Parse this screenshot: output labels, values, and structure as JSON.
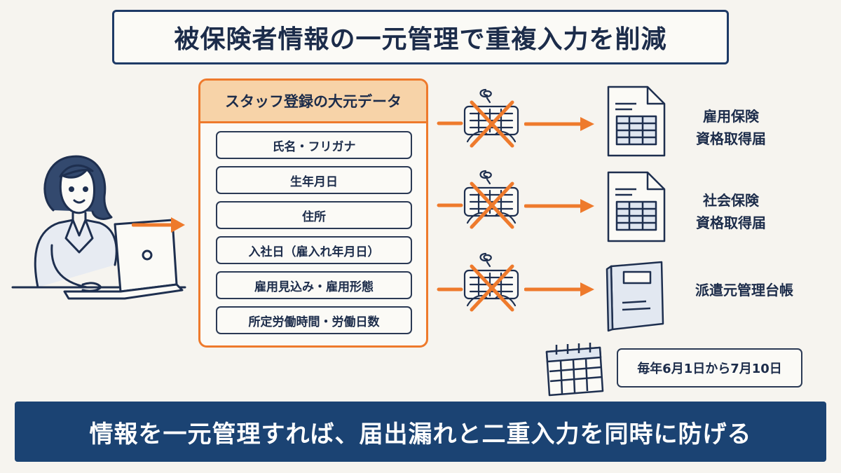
{
  "title": "被保険者情報の一元管理で重複入力を削減",
  "master": {
    "header": "スタッフ登録の大元データ",
    "fields": [
      "氏名・フリガナ",
      "生年月日",
      "住所",
      "入社日（雇入れ年月日）",
      "雇用見込み・雇用形態",
      "所定労働時間・労働日数"
    ]
  },
  "targets": [
    {
      "line1": "雇用保険",
      "line2": "資格取得届"
    },
    {
      "line1": "社会保険",
      "line2": "資格取得届"
    },
    {
      "line1": "派遣元管理台帳",
      "line2": ""
    }
  ],
  "date_note": "毎年6月1日から7月10日",
  "banner": "情報を一元管理すれば、届出漏れと二重入力を同時に防げる",
  "colors": {
    "accent": "#ee7a2c",
    "navy": "#1b4373",
    "header_fill": "#f7d3a8"
  },
  "icons": [
    "woman-with-laptop-icon",
    "keyboard-crossed-icon",
    "document-form-icon",
    "ledger-book-icon",
    "calendar-icon"
  ]
}
